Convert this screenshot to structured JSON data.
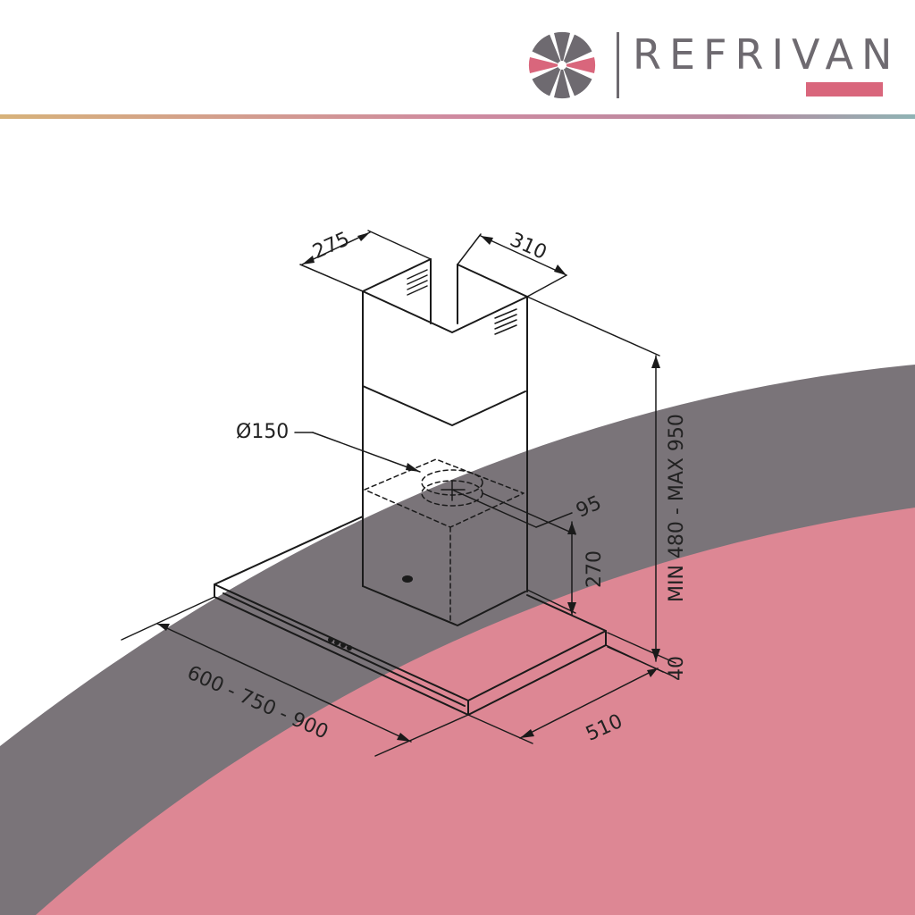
{
  "brand": {
    "name": "REFRIVAN"
  },
  "colors": {
    "brand_gray": "#6e6a70",
    "brand_pink": "#d9667c",
    "band_gray": "#7a7479",
    "band_pink": "#dd8794"
  },
  "dimensions": {
    "top_depth": "275",
    "top_width": "310",
    "duct_diameter": "Ø150",
    "outlet_offset": "95",
    "motor_height": "270",
    "chimney_height": "MIN 480 - MAX 950",
    "canopy_thickness": "40",
    "canopy_depth": "510",
    "canopy_width": "600 - 750 - 900"
  }
}
